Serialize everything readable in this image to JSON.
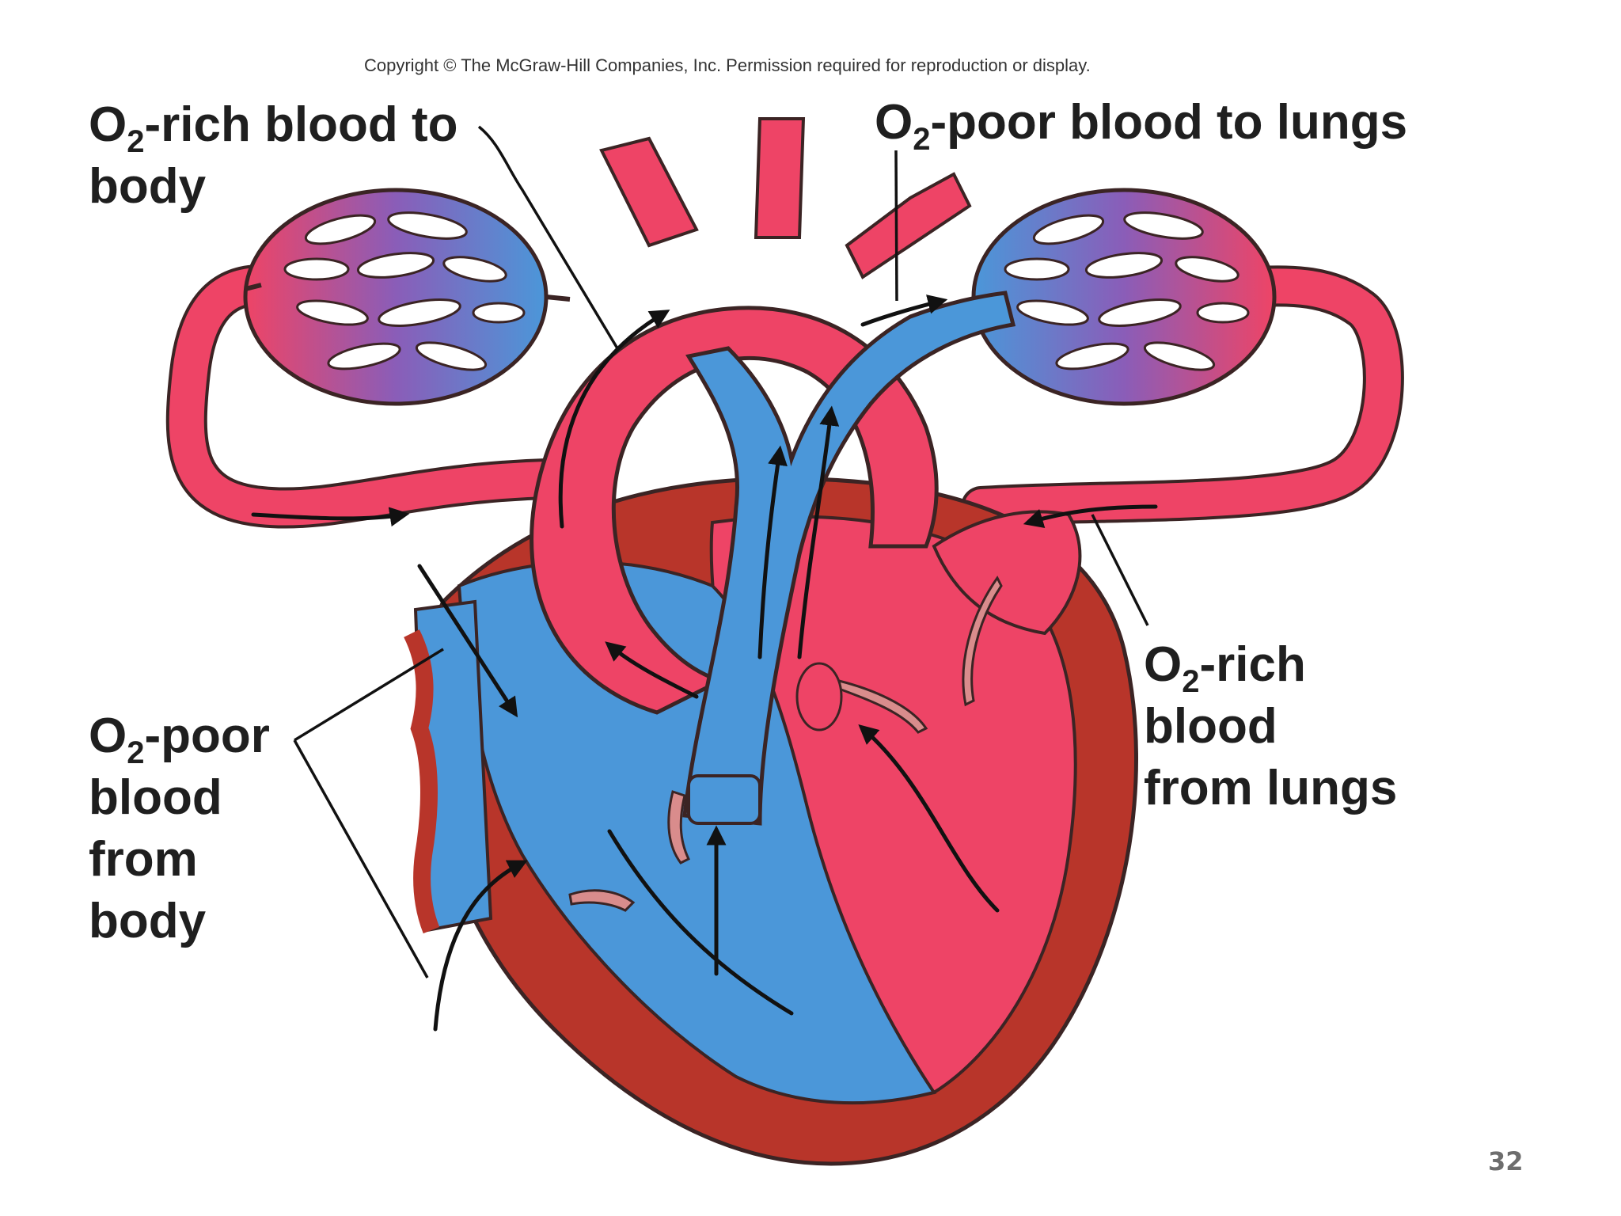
{
  "copyright": "Copyright © The McGraw-Hill Companies, Inc. Permission required for reproduction or display.",
  "labels": {
    "top_left": {
      "o": "O",
      "sub": "2",
      "line1_rest": "-rich blood to",
      "line2": "body"
    },
    "top_right": {
      "o": "O",
      "sub": "2",
      "rest": "-poor blood to lungs"
    },
    "left": {
      "o": "O",
      "sub": "2",
      "line1_rest": "-poor",
      "line2": "blood",
      "line3": "from",
      "line4": "body"
    },
    "right": {
      "o": "O",
      "sub": "2",
      "line1_rest": "-rich",
      "line2": "blood",
      "line3": "from lungs"
    }
  },
  "page_number": "32",
  "colors": {
    "oxygen_rich": "#ee4466",
    "oxygen_poor": "#4b97d9",
    "muscle": "#b8352a",
    "valve": "#d98c8c",
    "capillary_mix": "#8a5db8"
  }
}
